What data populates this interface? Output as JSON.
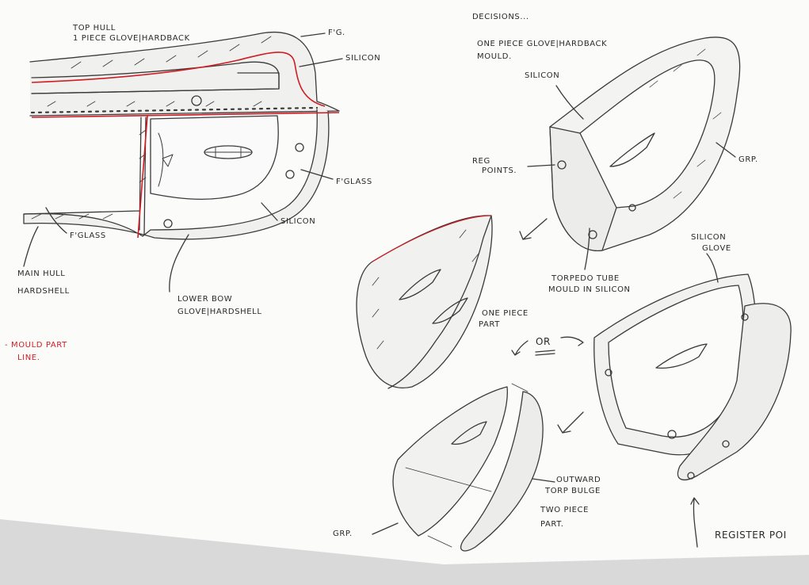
{
  "paper_color": "#fbfbfa",
  "ink_color": "#3a3a3a",
  "part_line_color": "#d01c24",
  "left_sketch": {
    "title_line1": "TOP HULL",
    "title_line2": "1 PIECE GLOVE|HARDBACK",
    "fg_top": "F'G.",
    "silicon_top": "SILICON",
    "fglass_right": "F'GLASS",
    "silicon_right": "SILICON",
    "fglass_bottom": "F'GLASS",
    "main_hull_line1": "MAIN HULL",
    "main_hull_line2": "HARDSHELL",
    "lower_bow_line1": "LOWER BOW",
    "lower_bow_line2": "GLOVE|HARDSHELL",
    "legend_line1": "- MOULD PART",
    "legend_line2": "LINE."
  },
  "right_sketch": {
    "decisions": "DECISIONS...",
    "one_piece_line1": "ONE PIECE GLOVE|HARDBACK",
    "one_piece_line2": "MOULD.",
    "silicon": "SILICON",
    "grp_top": "GRP.",
    "reg_points_line1": "REG",
    "reg_points_line2": "POINTS.",
    "silicon_glove_line1": "SILICON",
    "silicon_glove_line2": "GLOVE",
    "torpedo_line1": "TORPEDO TUBE",
    "torpedo_line2": "MOULD IN SILICON",
    "one_piece_part_line1": "ONE PIECE",
    "one_piece_part_line2": "PART",
    "or_label": "OR",
    "outward_line1": "OUTWARD",
    "outward_line2": "TORP BULGE",
    "two_piece_line1": "TWO PIECE",
    "two_piece_line2": "PART.",
    "grp_bottom": "GRP.",
    "register_points": "REGISTER POI"
  }
}
